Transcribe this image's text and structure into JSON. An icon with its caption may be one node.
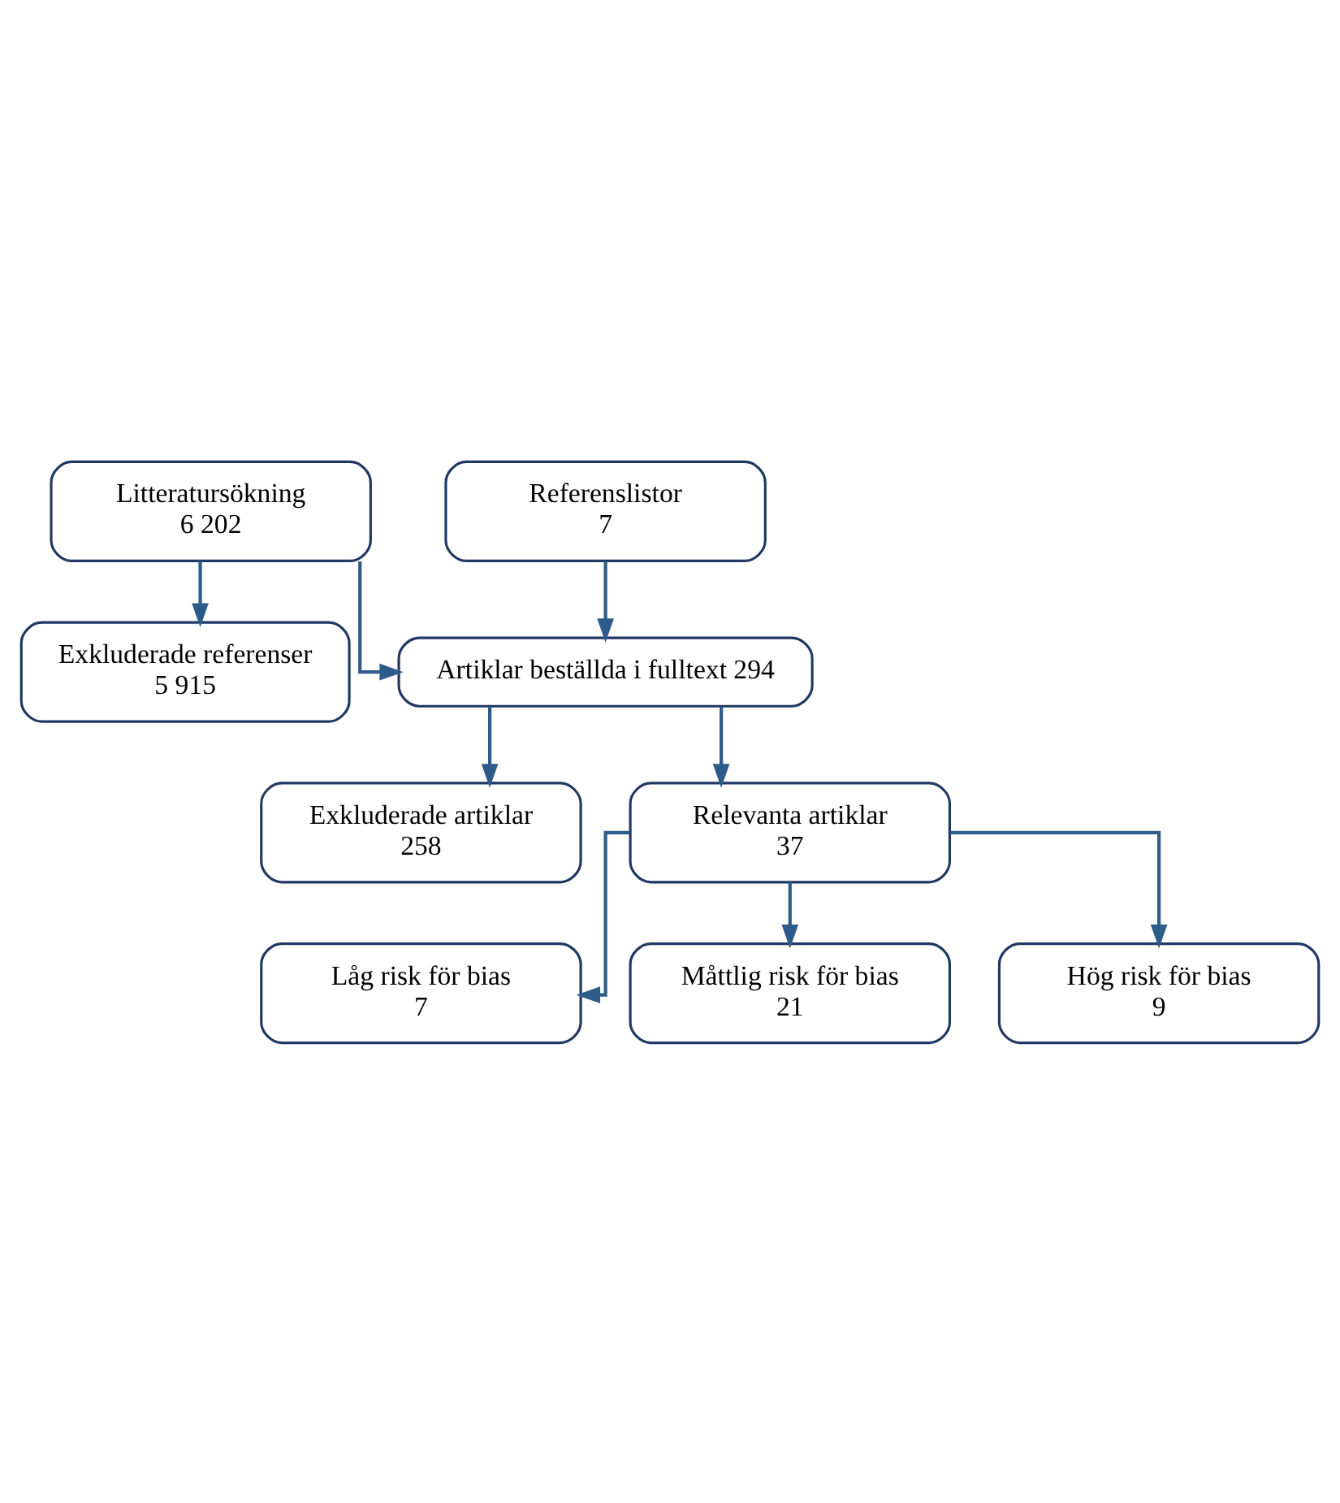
{
  "diagram": {
    "nodes": [
      {
        "text": [
          "Litteratursökning",
          "6 202"
        ]
      },
      {
        "text": [
          "Exkluderade referenser",
          "5 915"
        ]
      },
      {
        "text": [
          "Referenslistor",
          "7"
        ]
      },
      {
        "text": [
          "Artiklar beställda i fulltext 294"
        ]
      },
      {
        "text": [
          "Exkluderade artiklar",
          "258"
        ]
      },
      {
        "text": [
          "Relevanta artiklar",
          "37"
        ]
      },
      {
        "text": [
          "Låg risk för bias",
          "7"
        ]
      },
      {
        "text": [
          "Måttlig risk för bias",
          "21"
        ]
      },
      {
        "text": [
          "Hög risk för bias",
          "9"
        ]
      }
    ],
    "edges": [
      {
        "from": 0,
        "to": 3,
        "arrow": "to"
      },
      {
        "from": 0,
        "to": 1,
        "arrow": "to"
      },
      {
        "from": 2,
        "to": 3,
        "arrow": "to"
      },
      {
        "from": 3,
        "to": 5,
        "arrow": "to"
      },
      {
        "from": 3,
        "to": 4,
        "arrow": "to"
      },
      {
        "from": 5,
        "to": 6,
        "arrow": "to"
      },
      {
        "from": 5,
        "to": 7,
        "arrow": "to"
      },
      {
        "from": 5,
        "to": 8,
        "arrow": "to"
      }
    ]
  }
}
